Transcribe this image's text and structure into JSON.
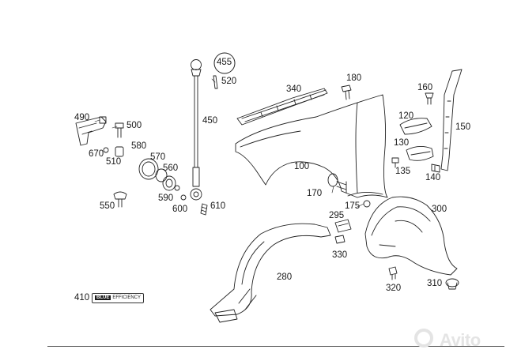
{
  "labels": {
    "p100": "100",
    "p120": "120",
    "p130": "130",
    "p135": "135",
    "p140": "140",
    "p150": "150",
    "p160": "160",
    "p170": "170",
    "p175": "175",
    "p180": "180",
    "p280": "280",
    "p295": "295",
    "p300": "300",
    "p310": "310",
    "p320": "320",
    "p330": "330",
    "p340": "340",
    "p410": "410",
    "p450": "450",
    "p455": "455",
    "p490": "490",
    "p500": "500",
    "p510": "510",
    "p520": "520",
    "p550": "550",
    "p560": "560",
    "p570": "570",
    "p580": "580",
    "p590": "590",
    "p600": "600",
    "p610": "610",
    "p670": "670"
  },
  "badge": {
    "word": "BLUE",
    "text": "EFFICIENCY"
  },
  "watermark": {
    "text": "Avito",
    "color": "#e4e4e4"
  },
  "colors": {
    "line": "#222222",
    "background": "#ffffff"
  }
}
